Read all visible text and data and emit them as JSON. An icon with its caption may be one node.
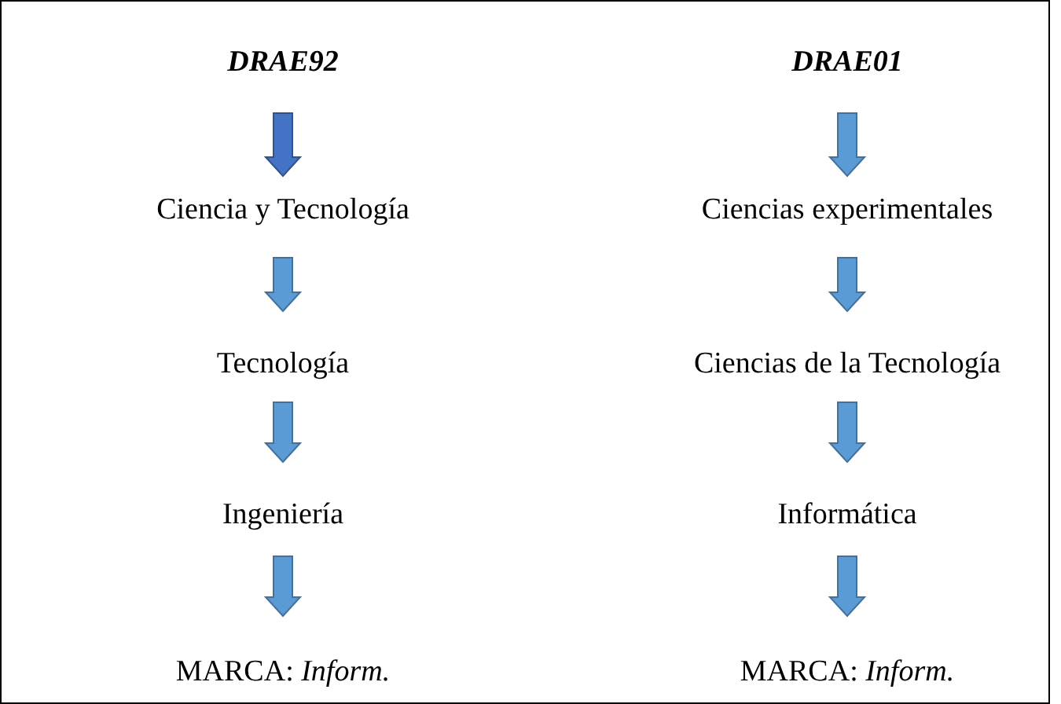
{
  "diagram": {
    "nodes": [
      {
        "text": [
          "DRAE92"
        ]
      },
      {
        "text": [
          "Ciencia y Tecnología"
        ]
      },
      {
        "text": [
          "Tecnología"
        ]
      },
      {
        "text": [
          "Ingeniería"
        ]
      },
      {
        "text": [
          "MARCA: *Inform.*"
        ]
      },
      {
        "text": [
          "DRAE01"
        ]
      },
      {
        "text": [
          "Ciencias experimentales"
        ]
      },
      {
        "text": [
          "Ciencias de la Tecnología"
        ]
      },
      {
        "text": [
          "Informática"
        ]
      },
      {
        "text": [
          "MARCA: *Inform.*"
        ]
      }
    ],
    "edges": [
      {
        "from": 0,
        "to": 1,
        "arrow": "to",
        "color": "#4472c4"
      },
      {
        "from": 1,
        "to": 2,
        "arrow": "to"
      },
      {
        "from": 2,
        "to": 3,
        "arrow": "to"
      },
      {
        "from": 3,
        "to": 4,
        "arrow": "to"
      },
      {
        "from": 5,
        "to": 6,
        "arrow": "to"
      },
      {
        "from": 6,
        "to": 7,
        "arrow": "to"
      },
      {
        "from": 7,
        "to": 8,
        "arrow": "to"
      },
      {
        "from": 8,
        "to": 9,
        "arrow": "to"
      }
    ]
  }
}
